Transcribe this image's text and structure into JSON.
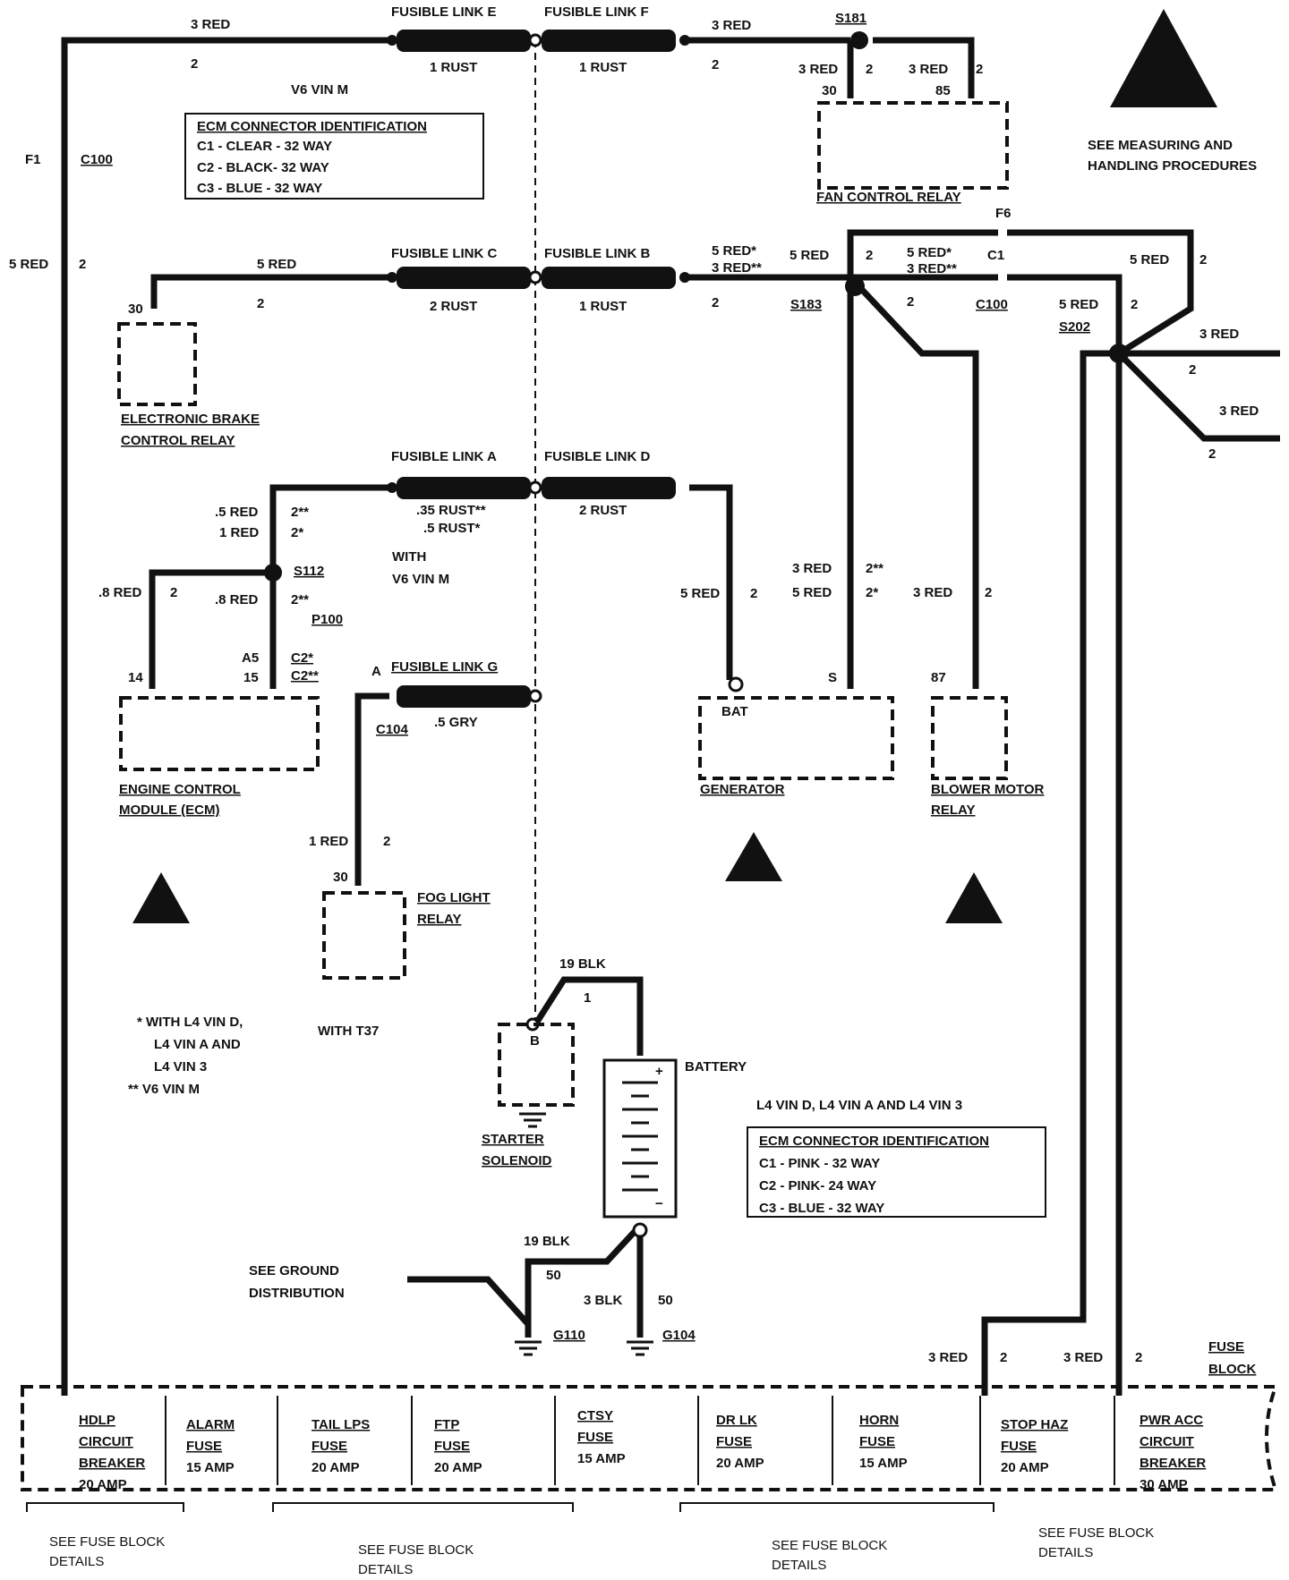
{
  "labels": {
    "red3_top": "3 RED",
    "n2_top": "2",
    "fle": "FUSIBLE LINK E",
    "flf": "FUSIBLE LINK F",
    "rust1e": "1 RUST",
    "rust1f": "1 RUST",
    "red3_f": "3 RED",
    "n2_f": "2",
    "s181": "S181",
    "red3_s181a": "3 RED",
    "n2_s181a": "2",
    "red3_s181b": "3 RED",
    "n2_s181b": "2",
    "p30": "30",
    "p85": "85",
    "fan_relay": "FAN CONTROL RELAY",
    "v6vinm": "V6 VIN M",
    "ecm1_title": "ECM CONNECTOR IDENTIFICATION",
    "ecm1_c1": "C1 - CLEAR - 32 WAY",
    "ecm1_c2": "C2 - BLACK- 32 WAY",
    "ecm1_c3": "C3 - BLUE - 32 WAY",
    "f1": "F1",
    "c100": "C100",
    "red5_left": "5 RED",
    "n2_left": "2",
    "measure1": "SEE MEASURING AND",
    "measure2": "HANDLING PROCEDURES",
    "flc": "FUSIBLE LINK C",
    "flb": "FUSIBLE LINK B",
    "red5_c": "5 RED",
    "n2_c": "2",
    "rust2c": "2 RUST",
    "rust1b": "1 RUST",
    "p30_ebcr": "30",
    "ebcr1": "ELECTRONIC BRAKE",
    "ebcr2": "CONTROL RELAY",
    "red5s": "5 RED*",
    "red3ss": "3 RED**",
    "n2_b": "2",
    "red5_s183": "5 RED",
    "n2_s183": "2",
    "s183": "S183",
    "red5s_b": "5 RED*",
    "red3ss_b": "3 RED**",
    "n2_s183b": "2",
    "c1": "C1",
    "c100b": "C100",
    "f6": "F6",
    "red5_r": "5 RED",
    "n2_r": "2",
    "red5_s202": "5 RED",
    "n2_s202": "2",
    "s202": "S202",
    "red3_r1": "3 RED",
    "n2_r1": "2",
    "red3_r2": "3 RED",
    "n2_r2": "2",
    "fla": "FUSIBLE LINK A",
    "fld": "FUSIBLE LINK D",
    "rust35": ".35 RUST**",
    "rust5": ".5 RUST*",
    "rust2d": "2 RUST",
    "with": "WITH",
    "with_v6": "V6 VIN M",
    "red_5": ".5 RED",
    "red_1": "1 RED",
    "n2ss": "2**",
    "n2s": "2*",
    "s112": "S112",
    "red_8a": ".8 RED",
    "n2_8a": "2",
    "red_8b": ".8 RED",
    "n2ss_b": "2**",
    "p100": "P100",
    "a5": "A5",
    "c2s": "C2*",
    "c2ss": "C2**",
    "p14": "14",
    "p15": "15",
    "ecm_l1": "ENGINE CONTROL",
    "ecm_l2": "MODULE (ECM)",
    "a": "A",
    "flg": "FUSIBLE LINK G",
    "c104": "C104",
    "gry": ".5 GRY",
    "red5_d": "5 RED",
    "n2_d": "2",
    "bat": "BAT",
    "gen": "GENERATOR",
    "red3_g": "3 RED",
    "n2ss_g": "2**",
    "red5_g": "5 RED",
    "n2s_g": "2*",
    "s": "S",
    "red3_bm": "3 RED",
    "n2_bm": "2",
    "p87": "87",
    "bmr1": "BLOWER MOTOR",
    "bmr2": "RELAY",
    "red1_fog": "1 RED",
    "n2_fog": "2",
    "p30_fog": "30",
    "fog1": "FOG LIGHT",
    "fog2": "RELAY",
    "note1": "*  WITH L4 VIN D,",
    "note2": "L4 VIN A AND",
    "note3": "L4 VIN 3",
    "note4": "**  V6 VIN M",
    "with_t37": "WITH T37",
    "blk19_top": "19 BLK",
    "n1": "1",
    "b": "B",
    "starter1": "STARTER",
    "starter2": "SOLENOID",
    "battery": "BATTERY",
    "plus": "+",
    "minus": "−",
    "l4": "L4 VIN D, L4 VIN A AND L4 VIN 3",
    "ecm2_title": "ECM CONNECTOR IDENTIFICATION",
    "ecm2_c1": "C1 - PINK - 32 WAY",
    "ecm2_c2": "C2 - PINK- 24 WAY",
    "ecm2_c3": "C3 - BLUE - 32 WAY",
    "blk19_bot": "19 BLK",
    "n50a": "50",
    "blk3": "3 BLK",
    "n50b": "50",
    "sgd1": "SEE GROUND",
    "sgd2": "DISTRIBUTION",
    "g110": "G110",
    "g104": "G104",
    "red3_fb1": "3 RED",
    "n2_fb1": "2",
    "red3_fb2": "3 RED",
    "n2_fb2": "2",
    "fuse": "FUSE",
    "block": "BLOCK",
    "f_hdlp1": "HDLP",
    "f_hdlp2": "CIRCUIT",
    "f_hdlp3": "BREAKER",
    "f_hdlp4": "20 AMP",
    "f_alarm1": "ALARM",
    "f_alarm2": "FUSE",
    "f_alarm3": "15 AMP",
    "f_tail1": "TAIL LPS",
    "f_tail2": "FUSE",
    "f_tail3": "20 AMP",
    "f_ftp1": "FTP",
    "f_ftp2": "FUSE",
    "f_ftp3": "20 AMP",
    "f_ctsy1": "CTSY",
    "f_ctsy2": "FUSE",
    "f_ctsy3": "15 AMP",
    "f_drlk1": "DR LK",
    "f_drlk2": "FUSE",
    "f_drlk3": "20 AMP",
    "f_horn1": "HORN",
    "f_horn2": "FUSE",
    "f_horn3": "15 AMP",
    "f_stop1": "STOP HAZ",
    "f_stop2": "FUSE",
    "f_stop3": "20 AMP",
    "f_pwr1": "PWR ACC",
    "f_pwr2": "CIRCUIT",
    "f_pwr3": "BREAKER",
    "f_pwr4": "30 AMP",
    "sfb1a": "SEE FUSE BLOCK",
    "sfb1b": "DETAILS",
    "sfb2a": "SEE FUSE BLOCK",
    "sfb2b": "DETAILS",
    "sfb3a": "SEE FUSE BLOCK",
    "sfb3b": "DETAILS",
    "sfb4a": "SEE FUSE BLOCK",
    "sfb4b": "DETAILS"
  }
}
